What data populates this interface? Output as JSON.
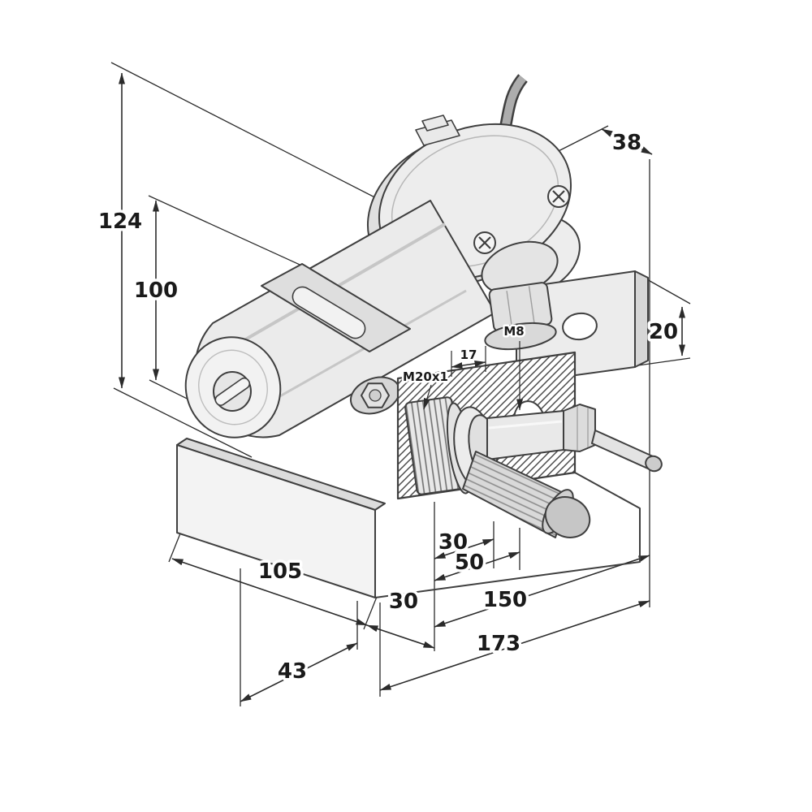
{
  "colors": {
    "line": "#3f3f3f",
    "dim_line": "#2b2b2b",
    "label": "#1a1a1a",
    "fill_light": "#efefef",
    "fill_mid": "#dedede",
    "fill_dark": "#c9c9c9",
    "hatch": "#4a4a4a",
    "background": "#ffffff"
  },
  "dims": {
    "d124": "124",
    "d100": "100",
    "d38": "38",
    "d20": "20",
    "d105": "105",
    "d30_front": "30",
    "d30_spindle": "30",
    "d50": "50",
    "d150": "150",
    "d173": "173",
    "d43": "43",
    "m8": "M8",
    "d17": "17",
    "m20": "M20x1"
  }
}
